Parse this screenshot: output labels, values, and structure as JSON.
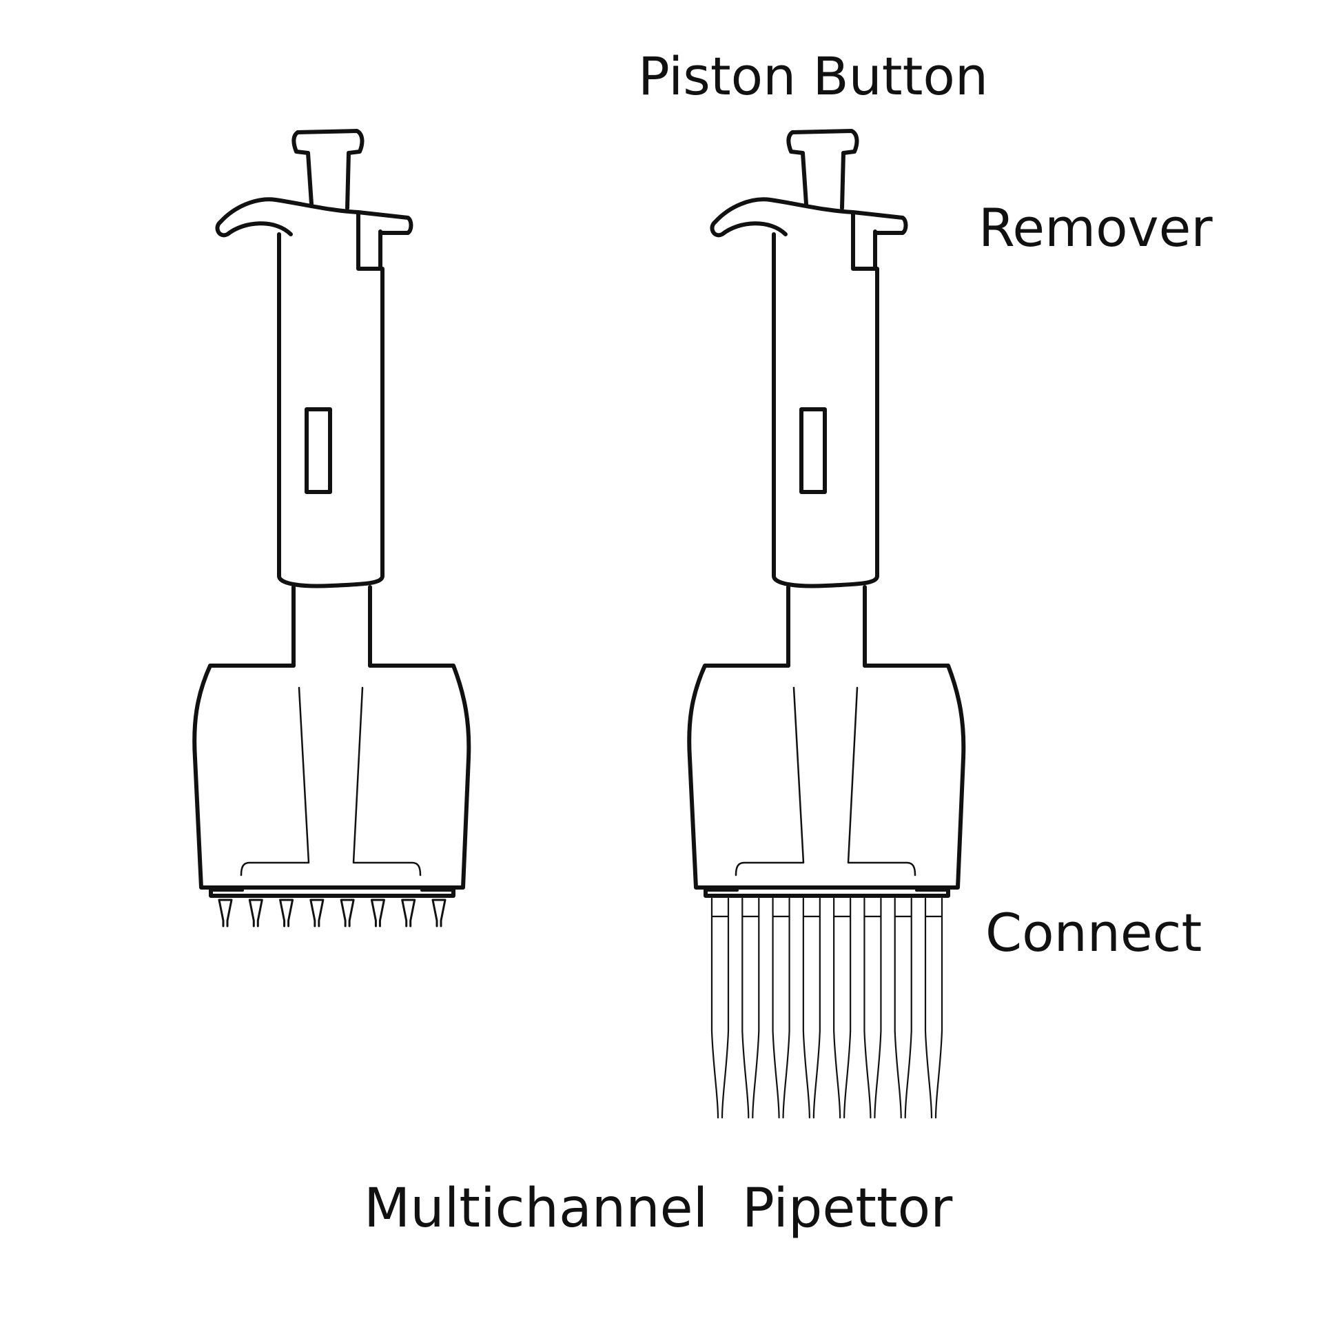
{
  "labels": {
    "piston_button": "Piston Button",
    "remover": "Remover",
    "connect": "Connect",
    "title": "Multichannel  Pipettor"
  },
  "style": {
    "stroke": "#111111",
    "background": "#ffffff"
  },
  "pipettors": [
    {
      "id": "without-tips",
      "channels": 8,
      "tips_attached": false
    },
    {
      "id": "with-tips",
      "channels": 8,
      "tips_attached": true
    }
  ]
}
